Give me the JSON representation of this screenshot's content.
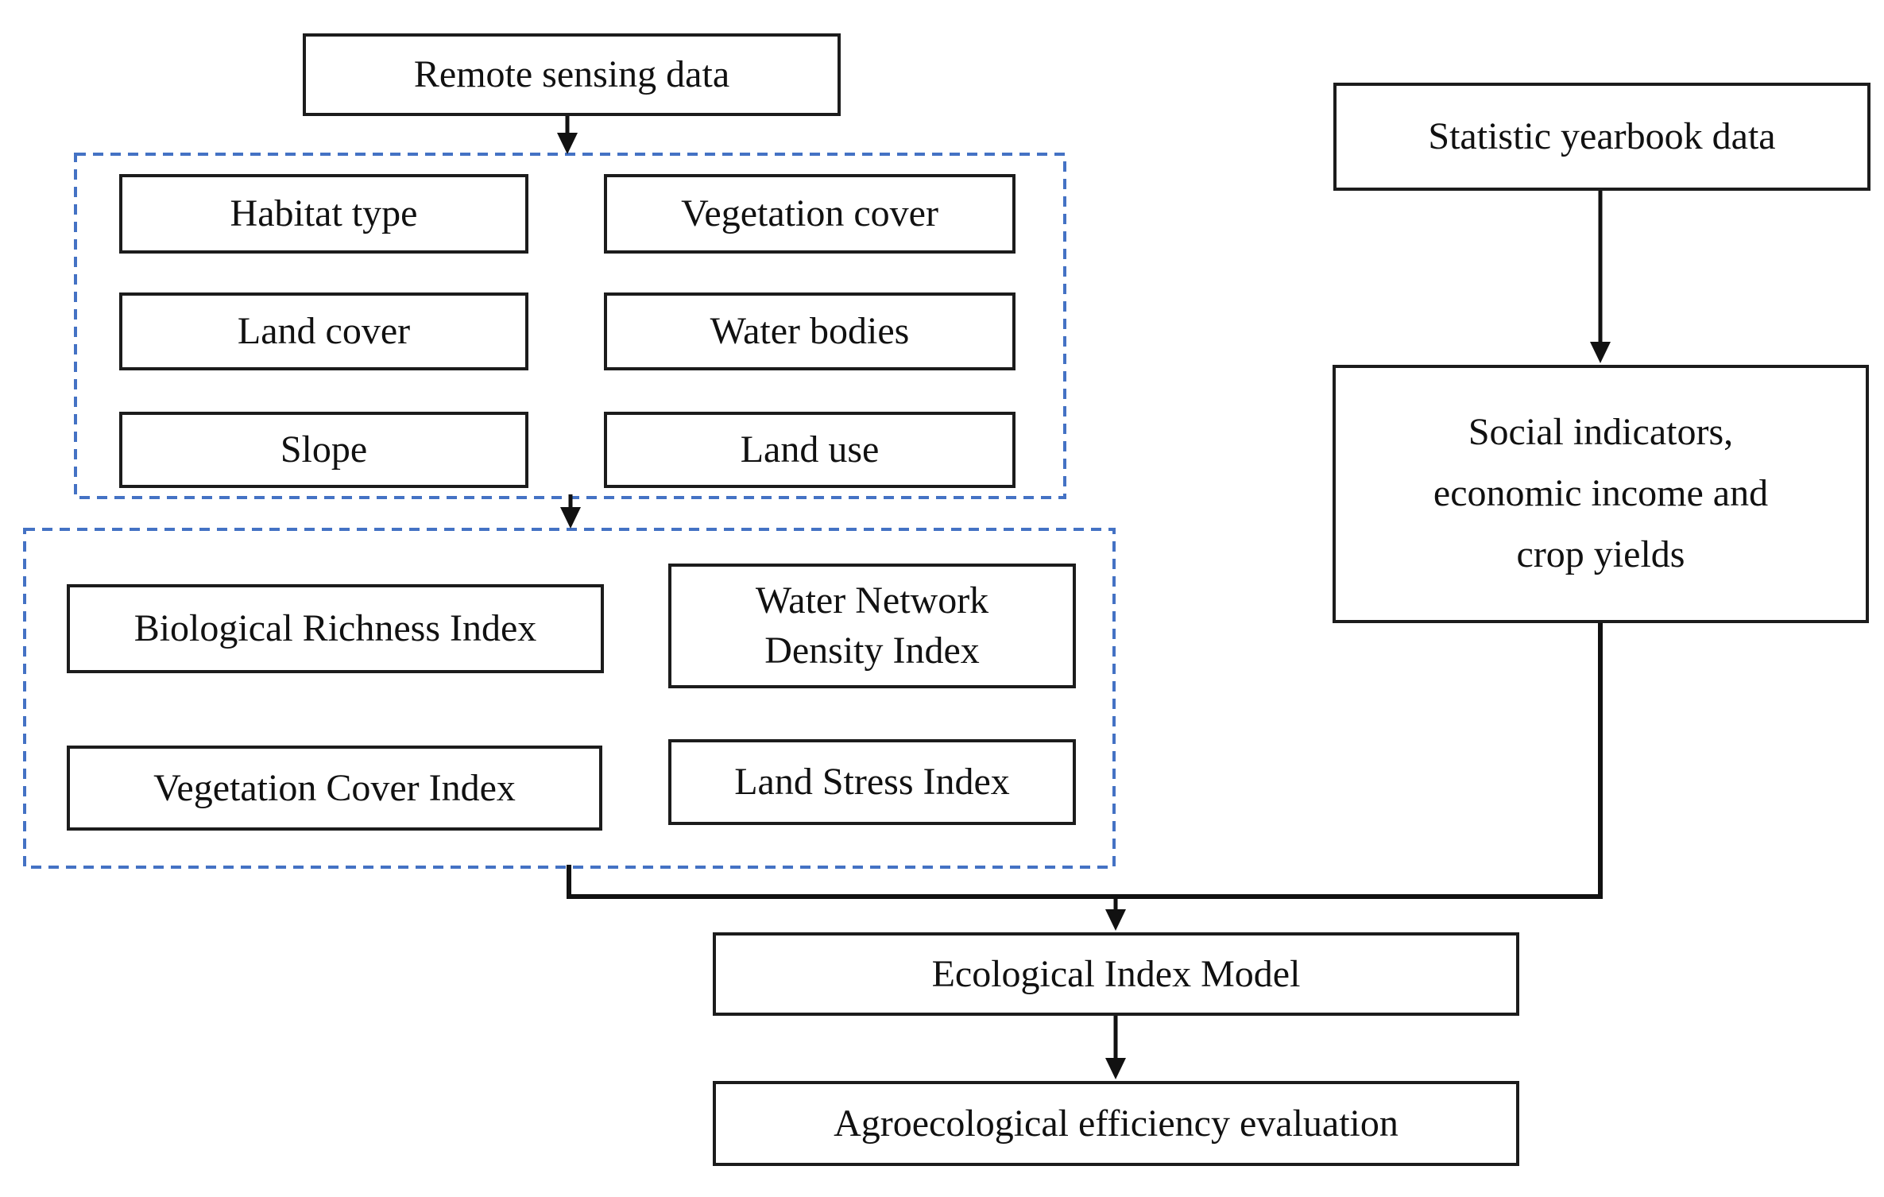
{
  "colors": {
    "background": "#ffffff",
    "box_border": "#1c1c1c",
    "text": "#111111",
    "connector": "#111111",
    "group_dashed_border": "#4472c4"
  },
  "nodes": {
    "remote_sensing": {
      "label": "Remote sensing data"
    },
    "habitat_type": {
      "label": "Habitat type"
    },
    "vegetation_cover": {
      "label": "Vegetation cover"
    },
    "land_cover": {
      "label": "Land cover"
    },
    "water_bodies": {
      "label": "Water bodies"
    },
    "slope": {
      "label": "Slope"
    },
    "land_use": {
      "label": "Land use"
    },
    "biological_richness_index": {
      "label": "Biological Richness Index"
    },
    "water_network_density_index": {
      "label": "Water Network Density Index"
    },
    "vegetation_cover_index": {
      "label": "Vegetation Cover Index"
    },
    "land_stress_index": {
      "label": "Land Stress Index"
    },
    "statistic_yearbook": {
      "label": "Statistic yearbook data"
    },
    "social_indicators": {
      "label": "Social indicators, economic income and crop yields"
    },
    "ecological_index_model": {
      "label": "Ecological Index Model"
    },
    "agroecological_evaluation": {
      "label": "Agroecological efficiency evaluation"
    }
  },
  "groups": {
    "remote_sensing_inputs": {
      "members": [
        "habitat_type",
        "vegetation_cover",
        "land_cover",
        "water_bodies",
        "slope",
        "land_use"
      ]
    },
    "ecological_indices": {
      "members": [
        "biological_richness_index",
        "water_network_density_index",
        "vegetation_cover_index",
        "land_stress_index"
      ]
    }
  },
  "edges": [
    {
      "from": "remote_sensing",
      "to": "remote_sensing_inputs_group"
    },
    {
      "from": "remote_sensing_inputs_group",
      "to": "ecological_indices_group"
    },
    {
      "from": "statistic_yearbook",
      "to": "social_indicators"
    },
    {
      "from": "ecological_indices_group",
      "to": "ecological_index_model"
    },
    {
      "from": "social_indicators",
      "to": "ecological_index_model"
    },
    {
      "from": "ecological_index_model",
      "to": "agroecological_evaluation"
    }
  ]
}
